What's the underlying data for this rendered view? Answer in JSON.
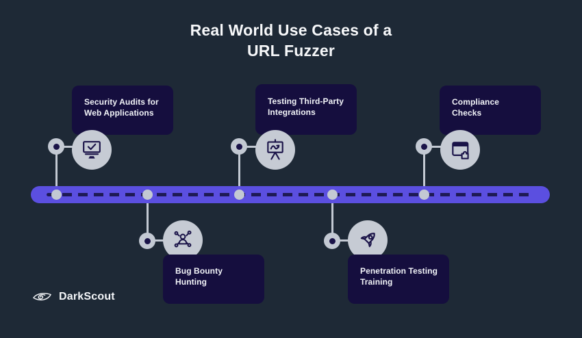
{
  "title": {
    "line1": "Real World Use Cases of a",
    "line2": "URL Fuzzer"
  },
  "brand": {
    "name": "DarkScout",
    "logo": "eye-swirl-icon"
  },
  "colors": {
    "background": "#1e2936",
    "card_background": "#150e3e",
    "timeline_bar": "#5b4fe0",
    "timeline_dash": "#1e1a55",
    "node_gray": "#c3c9d3",
    "icon_ink": "#1a1348",
    "text": "#f4f6f9"
  },
  "timeline": {
    "items": [
      {
        "name": "security-audits",
        "label": "Security Audits for Web Applications",
        "label_line1": "Security Audits for",
        "label_line2": "Web Applications",
        "icon": "monitor-check-icon",
        "position": "above"
      },
      {
        "name": "bug-bounty",
        "label": "Bug Bounty Hunting",
        "label_line1": "Bug Bounty",
        "label_line2": "Hunting",
        "icon": "person-network-icon",
        "position": "below"
      },
      {
        "name": "third-party-integrations",
        "label": "Testing Third-Party Integrations",
        "label_line1": "Testing Third-Party",
        "label_line2": "Integrations",
        "icon": "presentation-chart-icon",
        "position": "above"
      },
      {
        "name": "pentest-training",
        "label": "Penetration Testing Training",
        "label_line1": "Penetration Testing",
        "label_line2": "Training",
        "icon": "rocket-icon",
        "position": "below"
      },
      {
        "name": "compliance-checks",
        "label": "Compliance Checks",
        "label_line1": "Compliance",
        "label_line2": "Checks",
        "icon": "browser-puzzle-icon",
        "position": "above"
      }
    ]
  }
}
